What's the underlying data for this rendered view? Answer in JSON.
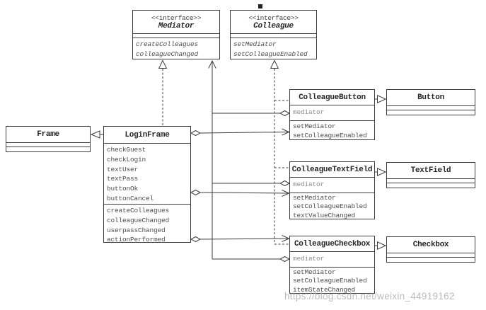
{
  "diagram": {
    "classes": {
      "mediator": {
        "stereotype": "<<interface>>",
        "name": "Mediator",
        "methods": [
          "createColleagues",
          "colleagueChanged"
        ]
      },
      "colleague": {
        "stereotype": "<<interface>>",
        "name": "Colleague",
        "methods": [
          "setMediator",
          "setColleagueEnabled"
        ]
      },
      "frame": {
        "name": "Frame"
      },
      "loginFrame": {
        "name": "LoginFrame",
        "attributes": [
          "checkGuest",
          "checkLogin",
          "textUser",
          "textPass",
          "buttonOk",
          "buttonCancel"
        ],
        "methods": [
          "createColleagues",
          "colleagueChanged",
          "userpassChanged",
          "actionPerformed"
        ]
      },
      "colleagueButton": {
        "name": "ColleagueButton",
        "attributes": [
          "mediator"
        ],
        "methods": [
          "setMediator",
          "setColleagueEnabled"
        ]
      },
      "button": {
        "name": "Button"
      },
      "colleagueTextField": {
        "name": "ColleagueTextField",
        "attributes": [
          "mediator"
        ],
        "methods": [
          "setMediator",
          "setColleagueEnabled",
          "textValueChanged"
        ]
      },
      "textField": {
        "name": "TextField"
      },
      "colleagueCheckbox": {
        "name": "ColleagueCheckbox",
        "attributes": [
          "mediator"
        ],
        "methods": [
          "setMediator",
          "setColleagueEnabled",
          "itemStateChanged"
        ]
      },
      "checkbox": {
        "name": "Checkbox"
      }
    },
    "relationships": [
      {
        "type": "generalization",
        "from": "LoginFrame",
        "to": "Frame"
      },
      {
        "type": "realization",
        "from": "LoginFrame",
        "to": "Mediator"
      },
      {
        "type": "realization",
        "from": "ColleagueButton",
        "to": "Colleague"
      },
      {
        "type": "realization",
        "from": "ColleagueTextField",
        "to": "Colleague"
      },
      {
        "type": "realization",
        "from": "ColleagueCheckbox",
        "to": "Colleague"
      },
      {
        "type": "generalization",
        "from": "ColleagueButton",
        "to": "Button"
      },
      {
        "type": "generalization",
        "from": "ColleagueTextField",
        "to": "TextField"
      },
      {
        "type": "generalization",
        "from": "ColleagueCheckbox",
        "to": "Checkbox"
      },
      {
        "type": "aggregation",
        "from": "LoginFrame",
        "to": "ColleagueButton"
      },
      {
        "type": "aggregation",
        "from": "LoginFrame",
        "to": "ColleagueTextField"
      },
      {
        "type": "aggregation",
        "from": "LoginFrame",
        "to": "ColleagueCheckbox"
      },
      {
        "type": "aggregation-arrow",
        "from": "ColleagueButton",
        "to": "Mediator"
      },
      {
        "type": "aggregation-arrow",
        "from": "ColleagueTextField",
        "to": "Mediator"
      },
      {
        "type": "aggregation-arrow",
        "from": "ColleagueCheckbox",
        "to": "Mediator"
      }
    ],
    "watermark": "https://blog.csdn.net/weixin_44919162",
    "colors": {
      "line": "#3e3e3e",
      "text": "#4f4f4f",
      "title_text": "#262626",
      "attribute_muted": "#8f8f8f",
      "watermark": "#acb0b3",
      "background": "#ffffff"
    }
  }
}
